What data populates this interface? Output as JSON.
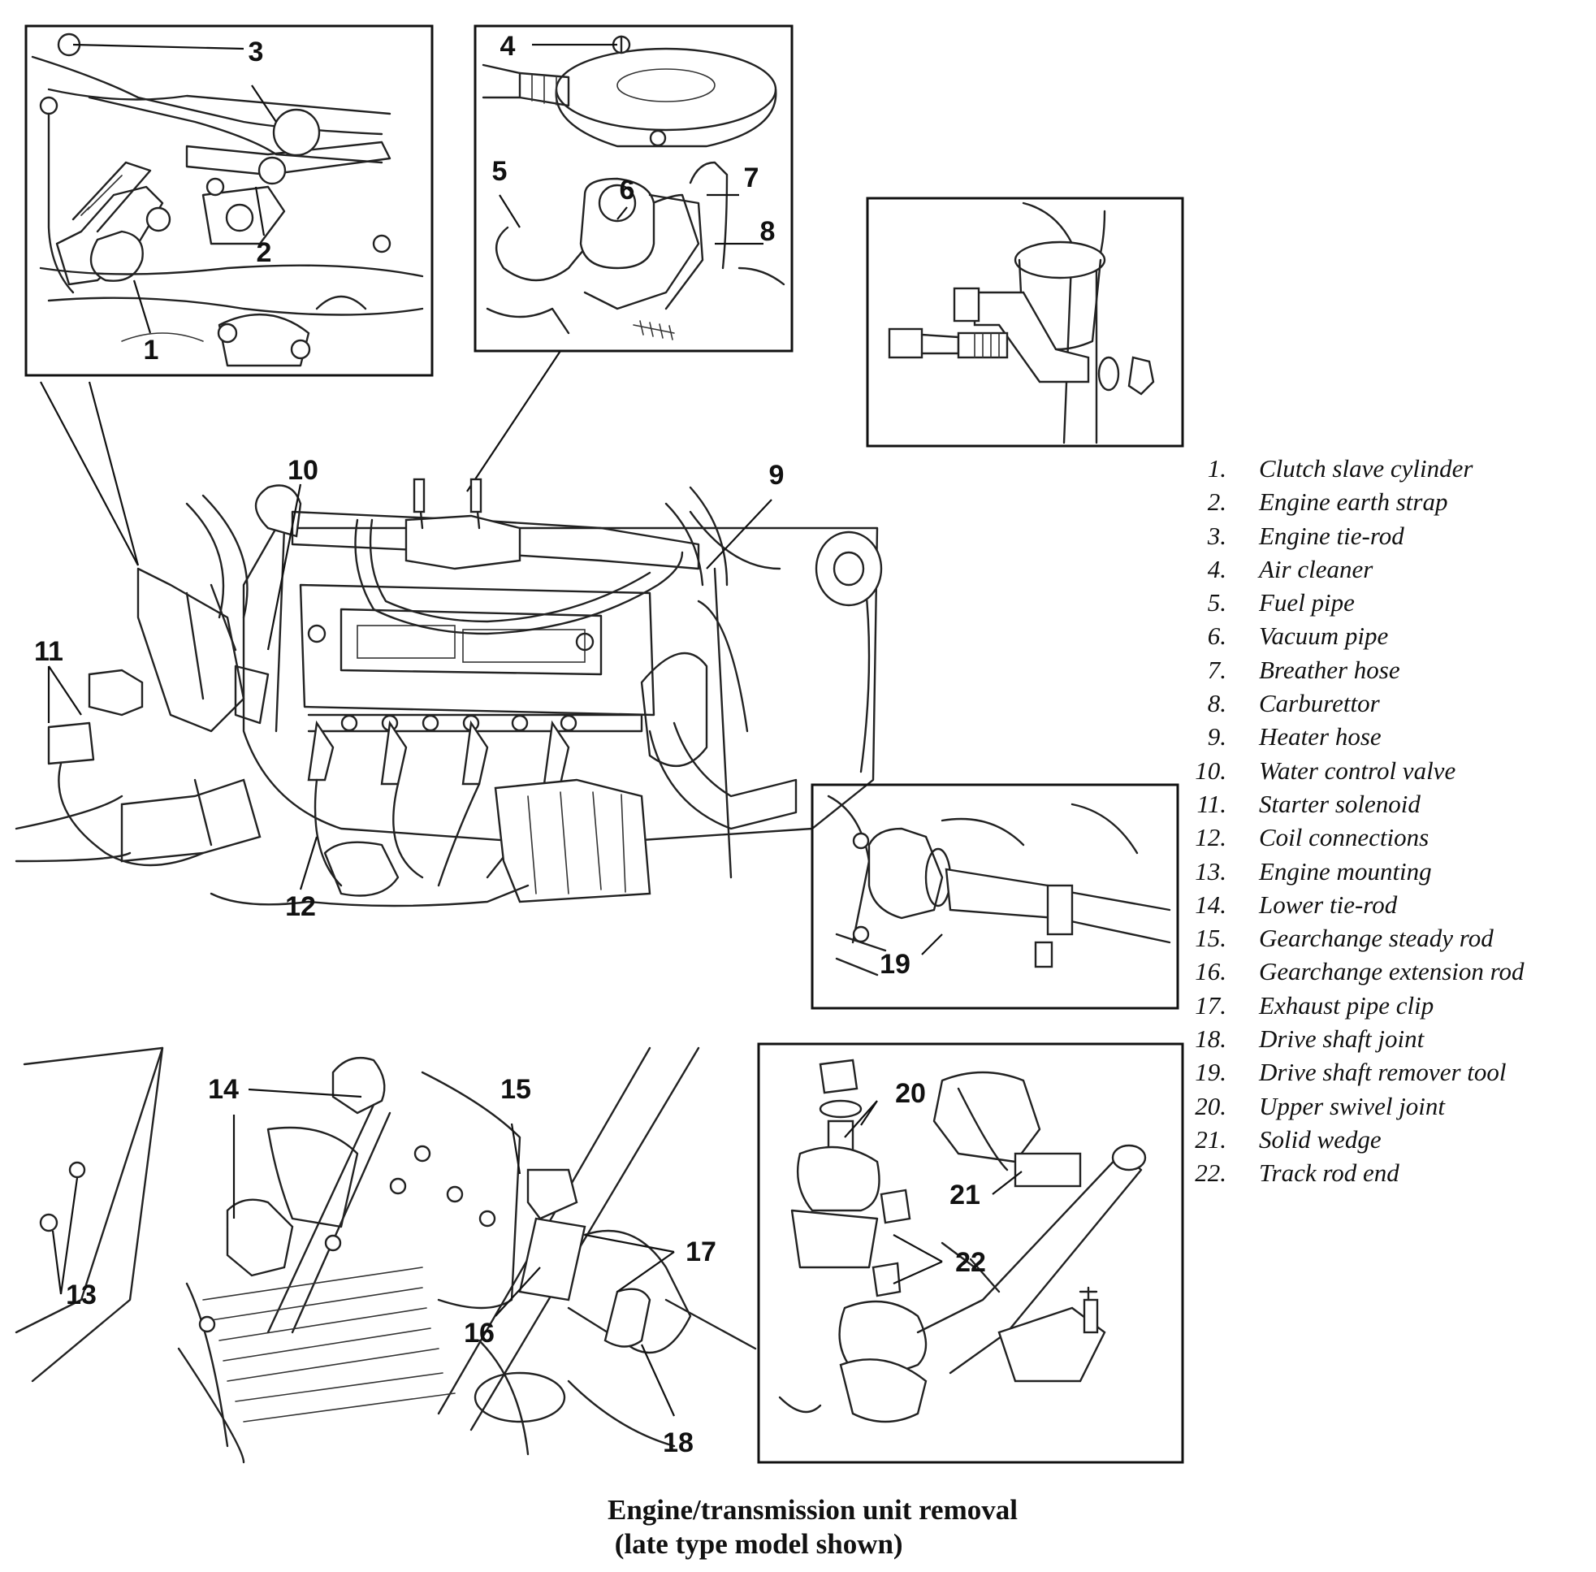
{
  "diagram": {
    "callouts": [
      "1",
      "2",
      "3",
      "4",
      "5",
      "6",
      "7",
      "8",
      "9",
      "10",
      "11",
      "12",
      "13",
      "14",
      "15",
      "16",
      "17",
      "18",
      "19",
      "20",
      "21",
      "22"
    ]
  },
  "legend": [
    {
      "num": "1.",
      "text": "Clutch slave cylinder"
    },
    {
      "num": "2.",
      "text": "Engine earth strap"
    },
    {
      "num": "3.",
      "text": "Engine tie-rod"
    },
    {
      "num": "4.",
      "text": "Air cleaner"
    },
    {
      "num": "5.",
      "text": "Fuel pipe"
    },
    {
      "num": "6.",
      "text": "Vacuum pipe"
    },
    {
      "num": "7.",
      "text": "Breather hose"
    },
    {
      "num": "8.",
      "text": "Carburettor"
    },
    {
      "num": "9.",
      "text": "Heater hose"
    },
    {
      "num": "10.",
      "text": "Water control valve"
    },
    {
      "num": "11.",
      "text": "Starter solenoid"
    },
    {
      "num": "12.",
      "text": "Coil connections"
    },
    {
      "num": "13.",
      "text": "Engine mounting"
    },
    {
      "num": "14.",
      "text": "Lower tie-rod"
    },
    {
      "num": "15.",
      "text": "Gearchange steady rod"
    },
    {
      "num": "16.",
      "text": "Gearchange extension rod"
    },
    {
      "num": "17.",
      "text": "Exhaust pipe clip"
    },
    {
      "num": "18.",
      "text": "Drive shaft joint"
    },
    {
      "num": "19.",
      "text": "Drive shaft remover tool"
    },
    {
      "num": "20.",
      "text": "Upper swivel joint"
    },
    {
      "num": "21.",
      "text": "Solid wedge"
    },
    {
      "num": "22.",
      "text": "Track rod end"
    }
  ],
  "caption": {
    "line1": "Engine/transmission unit removal",
    "line2": " (late type model shown)"
  }
}
